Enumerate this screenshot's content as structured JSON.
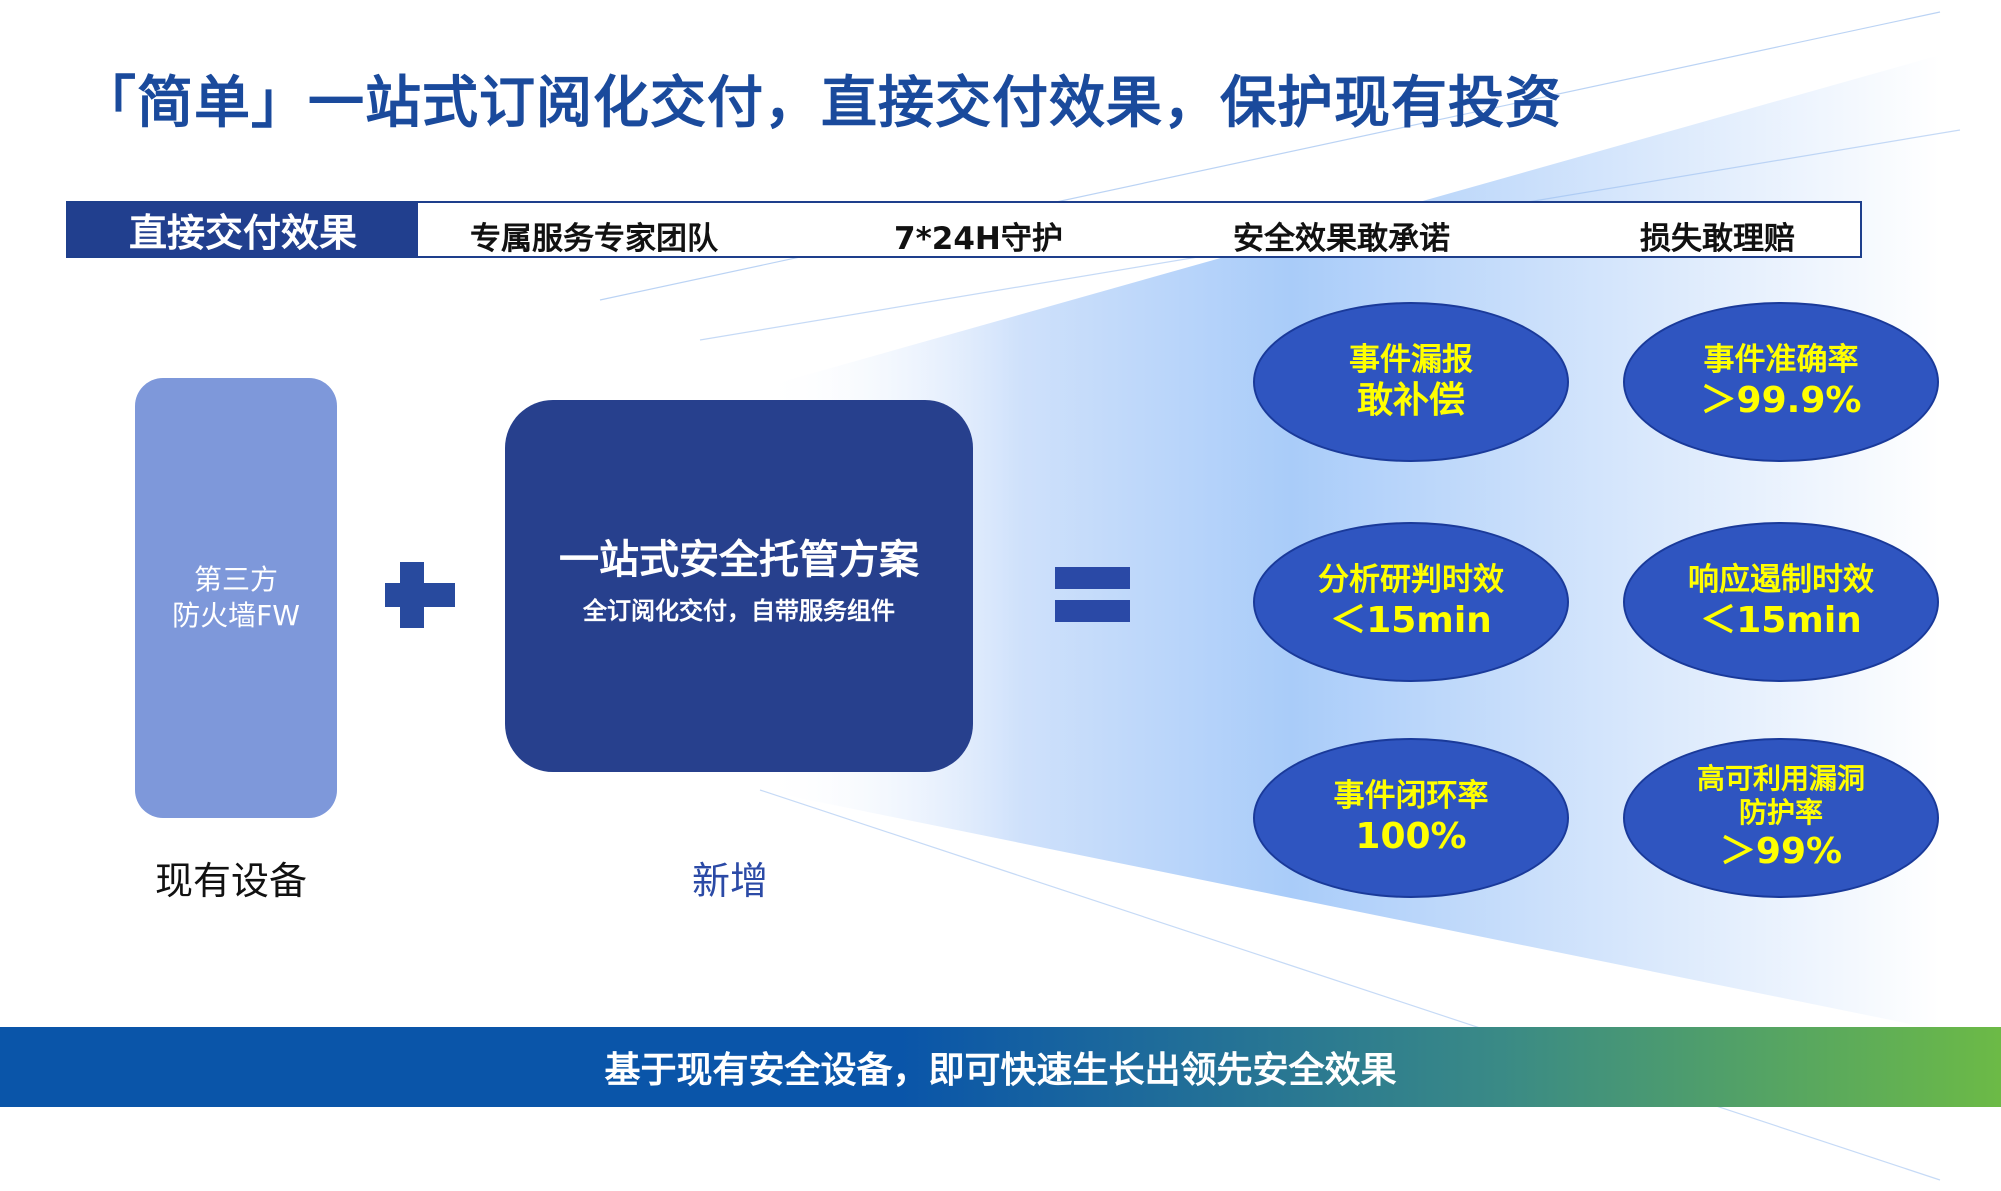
{
  "title": "「简单」一站式订阅化交付，直接交付效果，保护现有投资",
  "tabs": {
    "active": "直接交付效果",
    "items": [
      "专属服务专家团队",
      "7*24H守护",
      "安全效果敢承诺",
      "损失敢理赔"
    ]
  },
  "left": {
    "box_line1": "第三方",
    "box_line2": "防火墙FW",
    "label": "现有设备"
  },
  "center": {
    "title": "一站式安全托管方案",
    "subtitle": "全订阅化交付，自带服务组件",
    "label": "新增"
  },
  "results": [
    {
      "line1": "事件漏报",
      "line2": "敢补偿"
    },
    {
      "line1": "事件准确率",
      "line2": "＞99.9%"
    },
    {
      "line1": "分析研判时效",
      "line2": "＜15min"
    },
    {
      "line1": "响应遏制时效",
      "line2": "＜15min"
    },
    {
      "line1": "事件闭环率",
      "line2": "100%"
    },
    {
      "line1": "高可利用漏洞",
      "line1b": "防护率",
      "line2": "＞99%"
    }
  ],
  "banner": "基于现有安全设备，即可快速生长出领先安全效果",
  "colors": {
    "title": "#1a4a9c",
    "tab_active_bg": "#213f8e",
    "ellipse": "#2f55c0",
    "ellipse_text": "#ffff00"
  }
}
